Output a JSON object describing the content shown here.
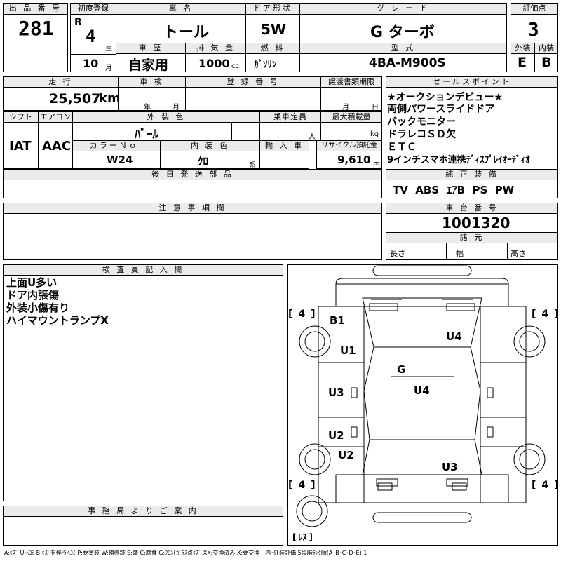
{
  "top": {
    "lot_no_label": "出 品 番 号",
    "lot_no": "281",
    "first_reg_label": "初度登録",
    "era": "R",
    "year": "4",
    "year_unit": "年",
    "month": "10",
    "month_unit": "月",
    "car_name_label": "車 名",
    "car_name": "トール",
    "door_label": "ドア形状",
    "door": "5W",
    "grade_label": "グ レ ー ド",
    "grade": "G ターボ",
    "score_label": "評価点",
    "score": "3",
    "history_label": "車 歴",
    "history": "自家用",
    "displacement_label": "排 気 量",
    "displacement": "1000",
    "displacement_unit": "cc",
    "fuel_label": "燃 料",
    "fuel": "ｶﾞｿﾘﾝ",
    "model_label": "型 式",
    "model": "4BA-M900S",
    "exterior_label": "外装",
    "exterior": "E",
    "interior_label": "内装",
    "interior": "B"
  },
  "middle": {
    "mileage_label": "走 行",
    "mileage": "25,507",
    "mileage_unit": "km",
    "inspection_label": "車 検",
    "insp_year_unit": "年",
    "insp_month_unit": "月",
    "registration_label": "登 録 番 号",
    "transfer_label": "譲渡書類期限",
    "transfer_month_unit": "月",
    "transfer_day_unit": "日",
    "shift_label": "シフト",
    "shift": "IAT",
    "ac_label": "エアコン",
    "ac": "AAC",
    "ext_color_label": "外 装 色",
    "ext_color": "ﾊﾟｰﾙ",
    "capacity_label": "乗車定員",
    "capacity_unit": "人",
    "load_label": "最大積載量",
    "load_unit": "kg",
    "color_no_label": "カラーＮｏ.",
    "color_no": "W24",
    "int_color_label": "内 装 色",
    "int_color": "ｸﾛ",
    "int_color_suffix": "系",
    "import_label": "輸 入 車",
    "recycle_label": "リサイクル預託金",
    "recycle": "9,610",
    "recycle_unit": "円",
    "later_parts_label": "後 日 発 送 部 品"
  },
  "sales_points": {
    "label": "セールスポイント",
    "items": [
      "★オークションデビュー★",
      "両側パワースライドドア",
      "バックモニター",
      "ドラレコＳＤ欠",
      "ＥＴＣ",
      "9インチスマホ連携ﾃﾞｨｽﾌﾟﾚｲｵｰﾃﾞｨｵ"
    ]
  },
  "equipment": {
    "label": "純 正 装 備",
    "value": "TV  ABS  ｴｱB  PS  PW"
  },
  "notes": {
    "label": "注 意 事 項 欄"
  },
  "chassis": {
    "label": "車 台 番 号",
    "value": "1001320",
    "dims_label": "諸 元",
    "length_label": "長さ",
    "width_label": "幅",
    "height_label": "高さ"
  },
  "inspector": {
    "label": "検 査 員 記 入 欄",
    "items": [
      "上面U多い",
      "ドア内張傷",
      "外装小傷有り",
      "ハイマウントランプX"
    ]
  },
  "diagram": {
    "tire_fl": "4",
    "tire_fr": "4",
    "tire_rl": "4",
    "tire_rr": "4",
    "spare": "ﾚｽ",
    "marks": [
      {
        "id": "b1",
        "text": "B1"
      },
      {
        "id": "u4a",
        "text": "U4"
      },
      {
        "id": "u1",
        "text": "U1"
      },
      {
        "id": "g",
        "text": "G"
      },
      {
        "id": "u3a",
        "text": "U3"
      },
      {
        "id": "u4b",
        "text": "U4"
      },
      {
        "id": "u2a",
        "text": "U2"
      },
      {
        "id": "u2b",
        "text": "U2"
      },
      {
        "id": "u3b",
        "text": "U3"
      }
    ]
  },
  "office": {
    "label": "事 務 局 よ り ご 案 内"
  },
  "legend": "A:ｷｽﾞ U:ﾍｺﾐ B:ｷｽﾞを伴うﾍｺﾐ P:要塗装 W:補修跡 S:錆 C:腐食 G:ﾌﾛﾝﾄｶﾞﾗｽ点ｷｽﾞ XX:交換済み X:要交換　内･外装評価 5段階ﾗﾝｸ順(A･B･C･D･E) 1"
}
